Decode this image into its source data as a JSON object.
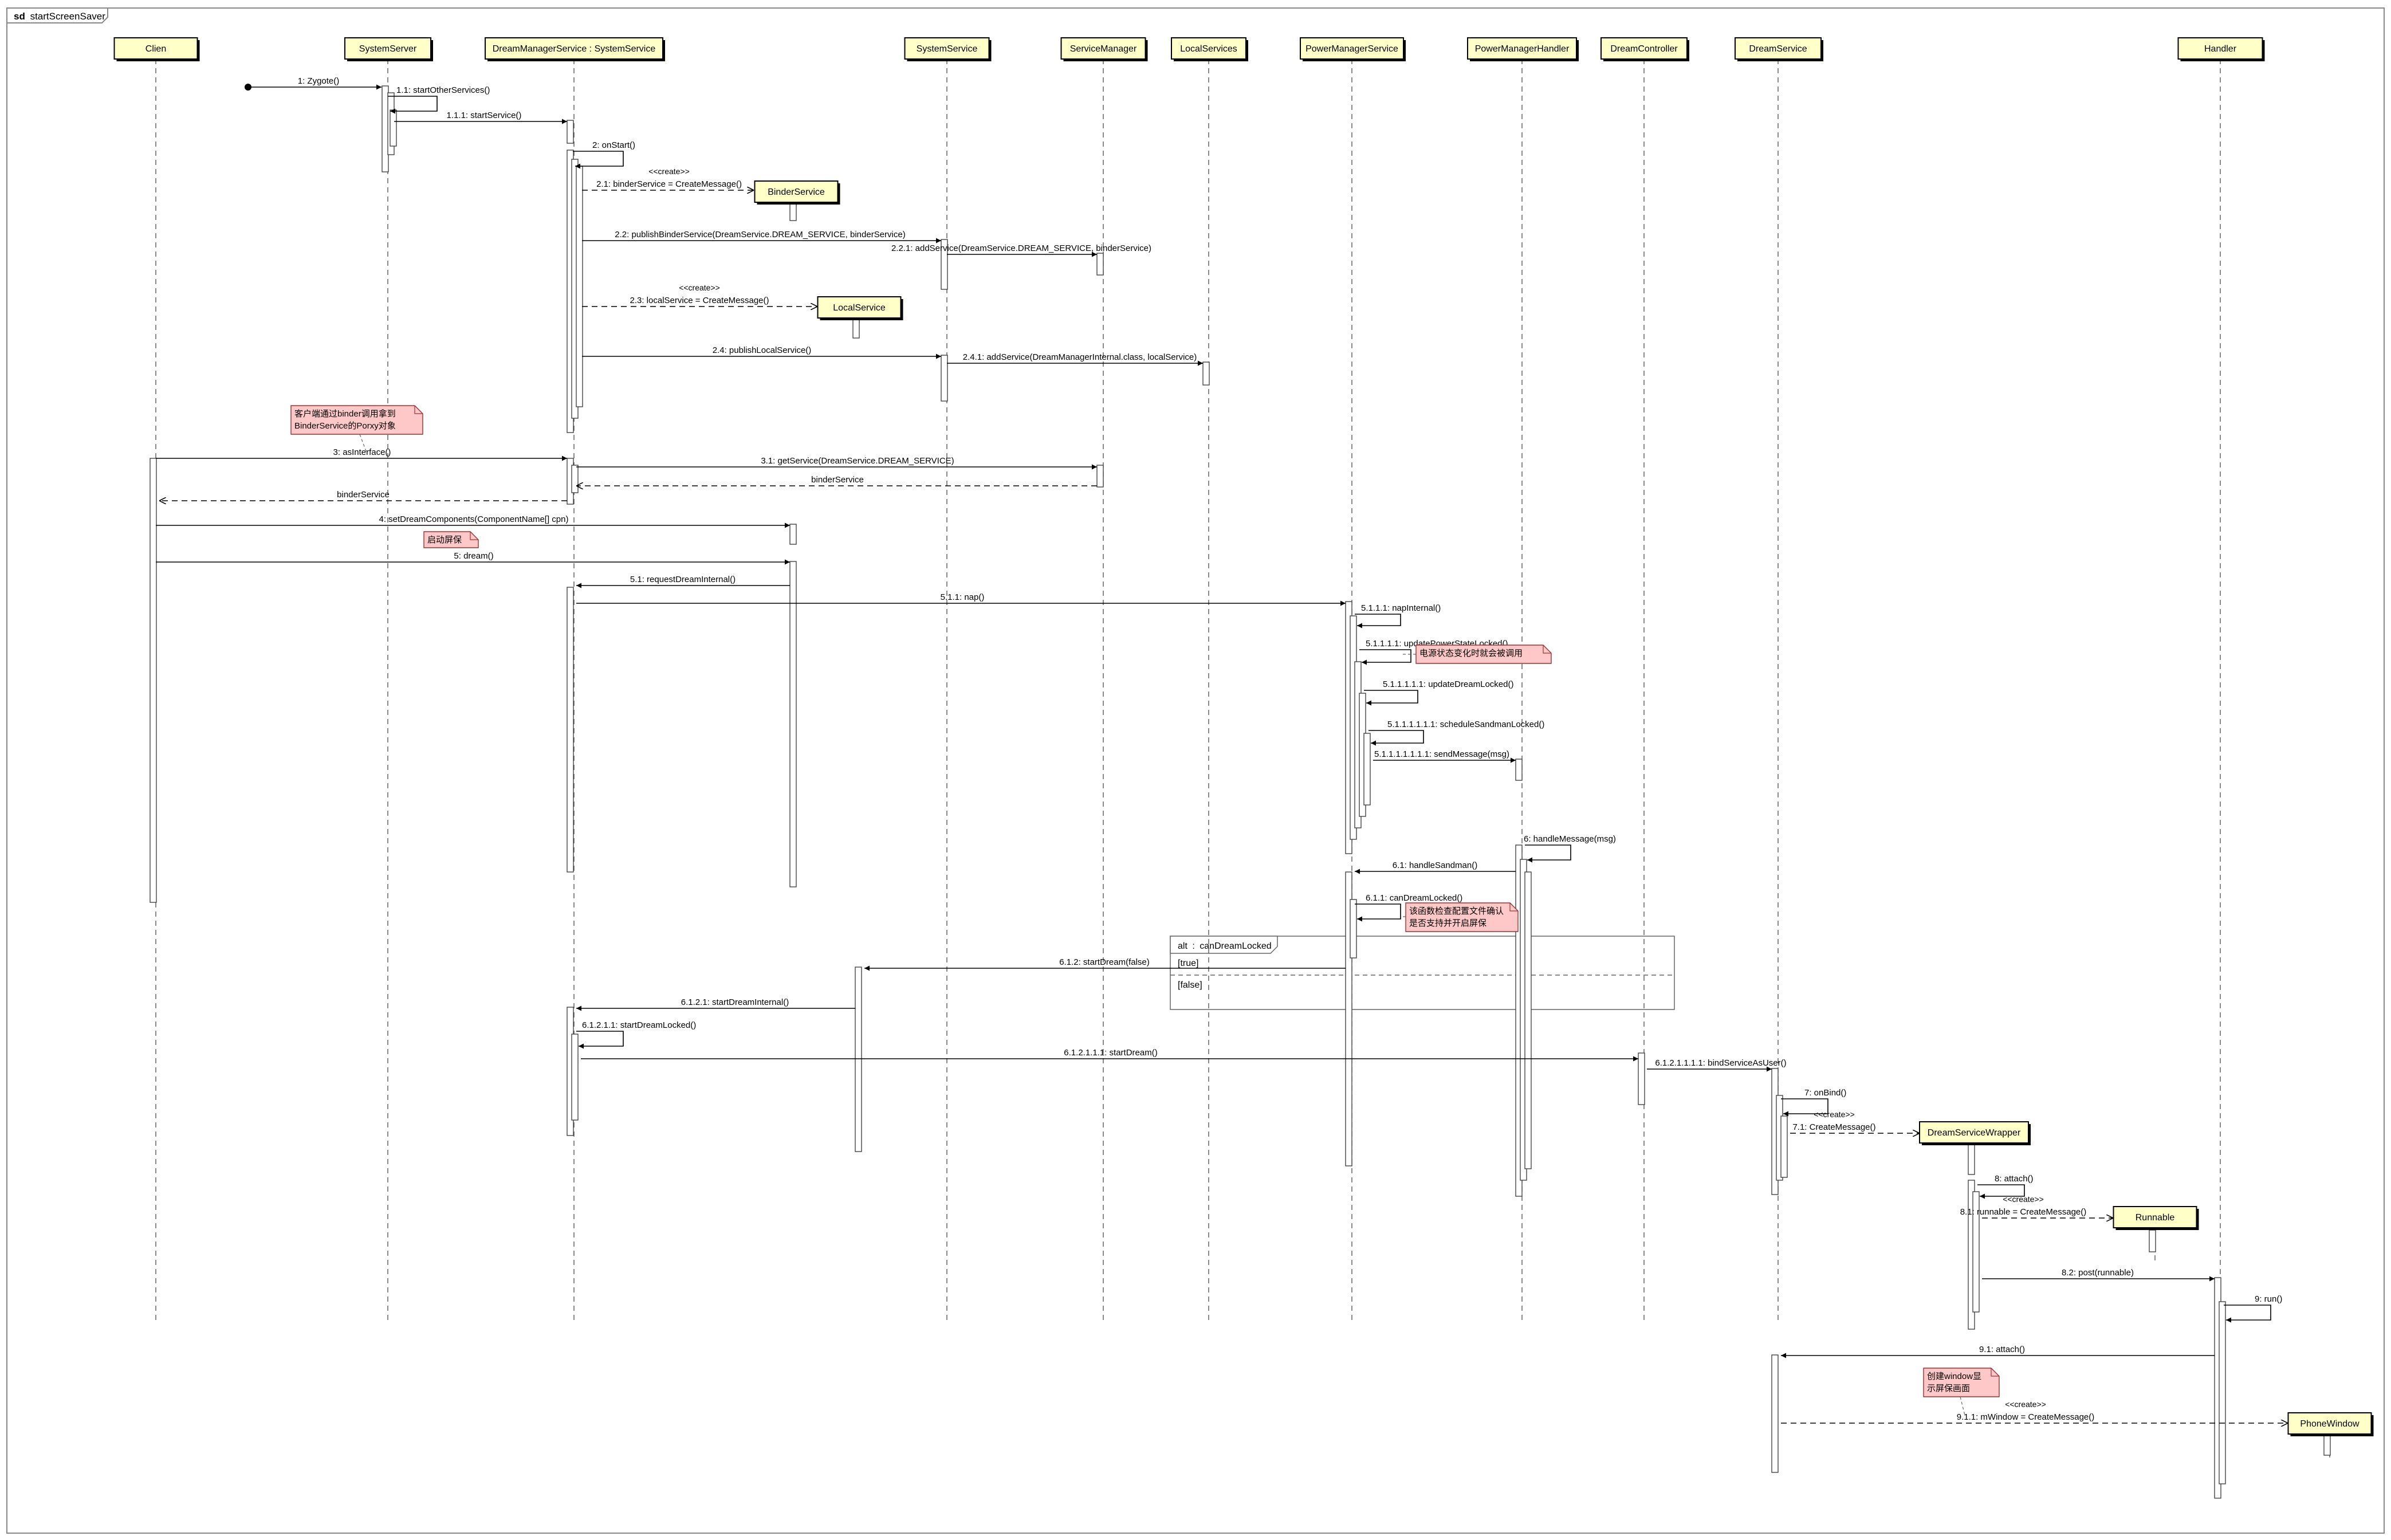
{
  "frame": {
    "keyword": "sd",
    "title": "startScreenSaver"
  },
  "colors": {
    "participant_fill": "#FFFFC8",
    "note_fill": "#FFC8C8",
    "note_border": "#A03030",
    "line": "#000000",
    "lifeline": "#555555"
  },
  "participants": [
    {
      "id": "client",
      "label": "Clien"
    },
    {
      "id": "systemserver",
      "label": "SystemServer"
    },
    {
      "id": "dms",
      "label": "DreamManagerService : SystemService"
    },
    {
      "id": "systemservice",
      "label": "SystemService"
    },
    {
      "id": "servicemanager",
      "label": "ServiceManager"
    },
    {
      "id": "localservices",
      "label": "LocalServices"
    },
    {
      "id": "pms",
      "label": "PowerManagerService"
    },
    {
      "id": "pmh",
      "label": "PowerManagerHandler"
    },
    {
      "id": "dreamcontroller",
      "label": "DreamController"
    },
    {
      "id": "dreamservice",
      "label": "DreamService"
    },
    {
      "id": "handler",
      "label": "Handler"
    }
  ],
  "created_objects": [
    {
      "id": "binderservice",
      "label": "BinderService"
    },
    {
      "id": "localservice",
      "label": "LocalService"
    },
    {
      "id": "wrapper",
      "label": "DreamServiceWrapper"
    },
    {
      "id": "runnable",
      "label": "Runnable"
    },
    {
      "id": "phonewindow",
      "label": "PhoneWindow"
    }
  ],
  "stereotype": "<<create>>",
  "messages": [
    {
      "id": "m1",
      "label": "1: Zygote()"
    },
    {
      "id": "m1_1",
      "label": "1.1: startOtherServices()"
    },
    {
      "id": "m1_1_1",
      "label": "1.1.1: startService()"
    },
    {
      "id": "m2",
      "label": "2: onStart()"
    },
    {
      "id": "m2_1",
      "label": "2.1: binderService = CreateMessage()"
    },
    {
      "id": "m2_2",
      "label": "2.2: publishBinderService(DreamService.DREAM_SERVICE, binderService)"
    },
    {
      "id": "m2_2_1",
      "label": "2.2.1: addService(DreamService.DREAM_SERVICE, binderService)"
    },
    {
      "id": "m2_3",
      "label": "2.3: localService = CreateMessage()"
    },
    {
      "id": "m2_4",
      "label": "2.4: publishLocalService()"
    },
    {
      "id": "m2_4_1",
      "label": "2.4.1: addService(DreamManagerInternal.class, localService)"
    },
    {
      "id": "m3",
      "label": "3: asInterface()"
    },
    {
      "id": "m3_1",
      "label": "3.1: getService(DreamService.DREAM_SERVICE)"
    },
    {
      "id": "r_binder1",
      "label": "binderService"
    },
    {
      "id": "r_binder2",
      "label": "binderService"
    },
    {
      "id": "m4",
      "label": "4: setDreamComponents(ComponentName[] cpn)"
    },
    {
      "id": "m5",
      "label": "5: dream()"
    },
    {
      "id": "m5_1",
      "label": "5.1: requestDreamInternal()"
    },
    {
      "id": "m5_1_1",
      "label": "5.1.1: nap()"
    },
    {
      "id": "m5_1_1_1",
      "label": "5.1.1.1: napInternal()"
    },
    {
      "id": "m5_1_1_1_1",
      "label": "5.1.1.1.1: updatePowerStateLocked()"
    },
    {
      "id": "m5_1_1_1_1_1",
      "label": "5.1.1.1.1.1: updateDreamLocked()"
    },
    {
      "id": "m5_1_1_1_1_1_1",
      "label": "5.1.1.1.1.1.1: scheduleSandmanLocked()"
    },
    {
      "id": "m5_1_1_1_1_1_1_1",
      "label": "5.1.1.1.1.1.1.1: sendMessage(msg)"
    },
    {
      "id": "m6",
      "label": "6: handleMessage(msg)"
    },
    {
      "id": "m6_1",
      "label": "6.1: handleSandman()"
    },
    {
      "id": "m6_1_1",
      "label": "6.1.1: canDreamLocked()"
    },
    {
      "id": "m6_1_2",
      "label": "6.1.2: startDream(false)"
    },
    {
      "id": "m6_1_2_1",
      "label": "6.1.2.1: startDreamInternal()"
    },
    {
      "id": "m6_1_2_1_1",
      "label": "6.1.2.1.1: startDreamLocked()"
    },
    {
      "id": "m6_1_2_1_1_1",
      "label": "6.1.2.1.1.1: startDream()"
    },
    {
      "id": "m6_1_2_1_1_1_1",
      "label": "6.1.2.1.1.1.1: bindServiceAsUser()"
    },
    {
      "id": "m7",
      "label": "7: onBind()"
    },
    {
      "id": "m7_1",
      "label": "7.1: CreateMessage()"
    },
    {
      "id": "m8",
      "label": "8: attach()"
    },
    {
      "id": "m8_1",
      "label": "8.1: runnable = CreateMessage()"
    },
    {
      "id": "m8_2",
      "label": "8.2: post(runnable)"
    },
    {
      "id": "m9",
      "label": "9: run()"
    },
    {
      "id": "m9_1",
      "label": "9.1: attach()"
    },
    {
      "id": "m9_1_1",
      "label": "9.1.1: mWindow = CreateMessage()"
    }
  ],
  "notes": [
    {
      "id": "n_client",
      "lines": [
        "客户端通过binder调用拿到",
        "BinderService的Porxy对象"
      ]
    },
    {
      "id": "n_start",
      "lines": [
        "启动屏保"
      ]
    },
    {
      "id": "n_power",
      "lines": [
        "电源状态变化时就会被调用"
      ]
    },
    {
      "id": "n_config",
      "lines": [
        "该函数检查配置文件确认",
        "是否支持并开启屏保"
      ]
    },
    {
      "id": "n_window",
      "lines": [
        "创建window显",
        "示屏保画面"
      ]
    }
  ],
  "fragment": {
    "operator": "alt",
    "guard_title": "canDreamLocked",
    "conditions": [
      "[true]",
      "[false]"
    ]
  }
}
